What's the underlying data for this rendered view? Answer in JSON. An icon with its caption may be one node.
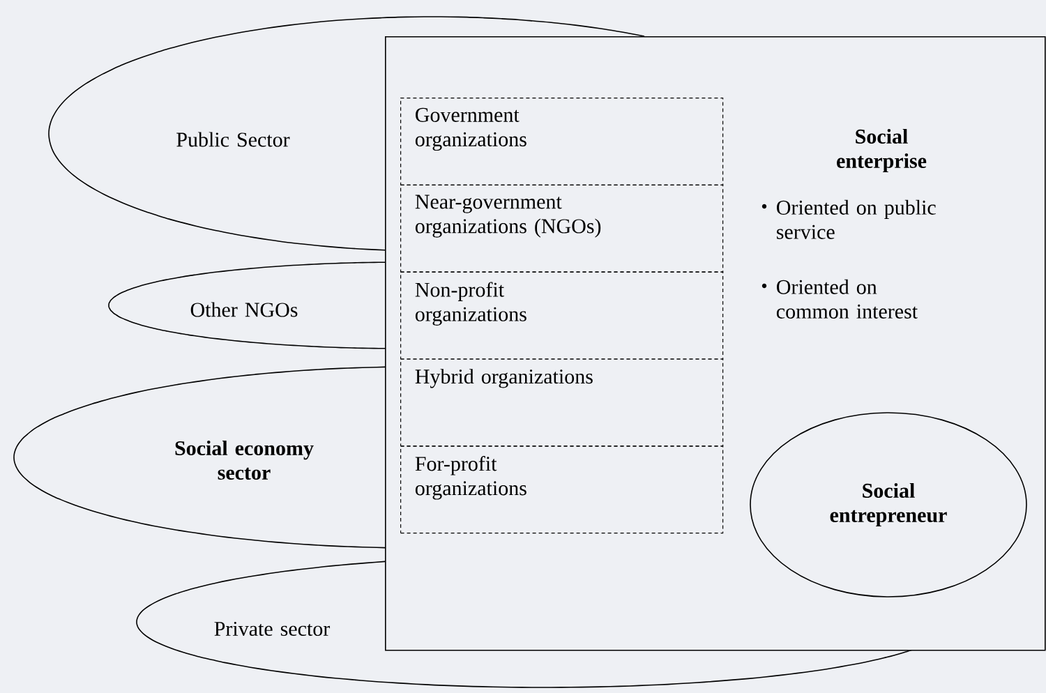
{
  "diagram": {
    "nodes": [
      {
        "text": [
          "Social enterprise",
          "Oriented on public service",
          "Oriented on common interest"
        ]
      },
      {
        "text": [
          "Government organizations"
        ],
        "in": 0
      },
      {
        "text": [
          "Near-government organizations (NGOs)"
        ],
        "in": 0
      },
      {
        "text": [
          "Non-profit organizations"
        ],
        "in": 0
      },
      {
        "text": [
          "Hybrid organizations"
        ],
        "in": 0
      },
      {
        "text": [
          "For-profit organizations"
        ],
        "in": 0
      },
      {
        "text": [
          "Social entrepreneur"
        ],
        "in": 0
      },
      {
        "text": [
          "Public Sector"
        ]
      },
      {
        "text": [
          "Other NGOs"
        ]
      },
      {
        "text": [
          "Social economy sector"
        ]
      },
      {
        "text": [
          "Private sector"
        ]
      }
    ]
  }
}
